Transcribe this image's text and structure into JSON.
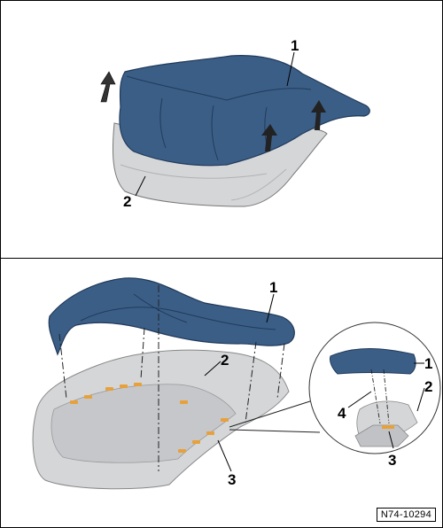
{
  "colors": {
    "cover": "#3b5e87",
    "cover_dark": "#213a5a",
    "frame": "#d4d6d8",
    "frame_dark": "#a9abae",
    "tape": "#e8a13a",
    "dash": "#222222"
  },
  "top_panel": {
    "callouts": [
      "1",
      "2"
    ]
  },
  "bottom_panel": {
    "callouts": [
      "1",
      "2",
      "3"
    ],
    "detail_callouts": [
      "1",
      "2",
      "4",
      "3"
    ]
  },
  "reference_code": "N74-10294"
}
